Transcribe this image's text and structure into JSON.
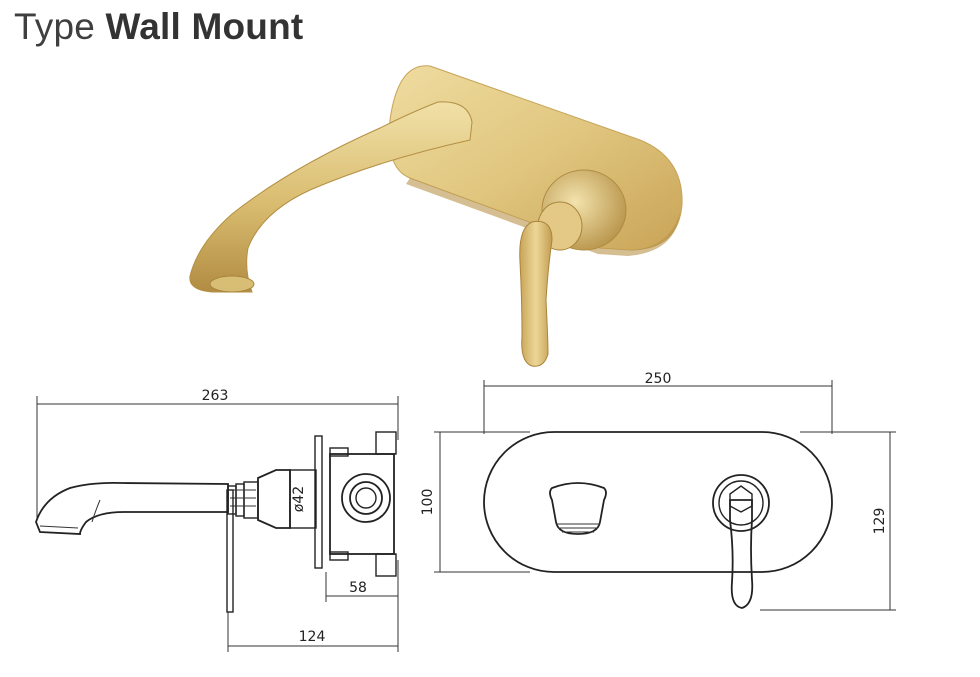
{
  "title": {
    "prefix": "Type",
    "emphasis": "Wall Mount"
  },
  "colors": {
    "brass_light": "#e6cf8c",
    "brass_mid": "#d2b164",
    "brass_dark": "#a8823a",
    "line": "#222222"
  },
  "side_view": {
    "overall_length": "263",
    "body_diameter": "ø42",
    "body_depth": "58",
    "projection": "124"
  },
  "front_view": {
    "plate_width": "250",
    "plate_height_inner": "100",
    "plate_height_outer": "129"
  }
}
